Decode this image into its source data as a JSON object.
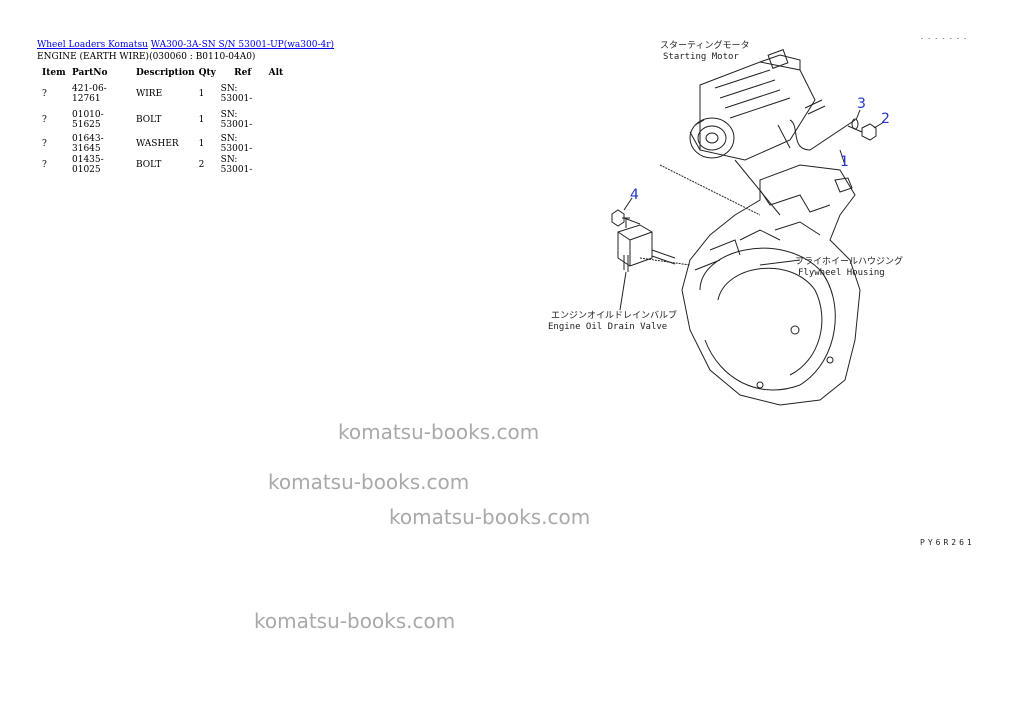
{
  "breadcrumb": {
    "link1": "Wheel Loaders Komatsu",
    "link2": "WA300-3A-SN S/N 53001-UP(wa300-4r)"
  },
  "subtitle": "ENGINE (EARTH WIRE)(030060 : B0110-04A0)",
  "table": {
    "headers": [
      "Item",
      "PartNo",
      "Description",
      "Qty",
      "Ref",
      "Alt"
    ],
    "rows": [
      {
        "item": "?",
        "partno": "421-06-12761",
        "description": "WIRE",
        "qty": "1",
        "ref": "SN: 53001-",
        "alt": ""
      },
      {
        "item": "?",
        "partno": "01010-51625",
        "description": "BOLT",
        "qty": "1",
        "ref": "SN: 53001-",
        "alt": ""
      },
      {
        "item": "?",
        "partno": "01643-31645",
        "description": "WASHER",
        "qty": "1",
        "ref": "SN: 53001-",
        "alt": ""
      },
      {
        "item": "?",
        "partno": "01435-01025",
        "description": "BOLT",
        "qty": "2",
        "ref": "SN: 53001-",
        "alt": ""
      }
    ]
  },
  "drawing": {
    "starting_motor_jp": "スターティングモータ",
    "starting_motor_en": "Starting Motor",
    "flywheel_housing_jp": "フライホイールハウジング",
    "flywheel_housing_en": "Flywheel Housing",
    "drain_valve_jp": "エンジンオイルドレインバルブ",
    "drain_valve_en": "Engine Oil Drain Valve",
    "callouts": [
      "1",
      "2",
      "3",
      "4"
    ],
    "figure_code": "PY6R261",
    "corner_code": "- - - - - - -",
    "line_color": "#222222",
    "callout_color": "#1f35c8"
  },
  "watermarks": [
    "komatsu-books.com",
    "komatsu-books.com",
    "komatsu-books.com",
    "komatsu-books.com"
  ]
}
